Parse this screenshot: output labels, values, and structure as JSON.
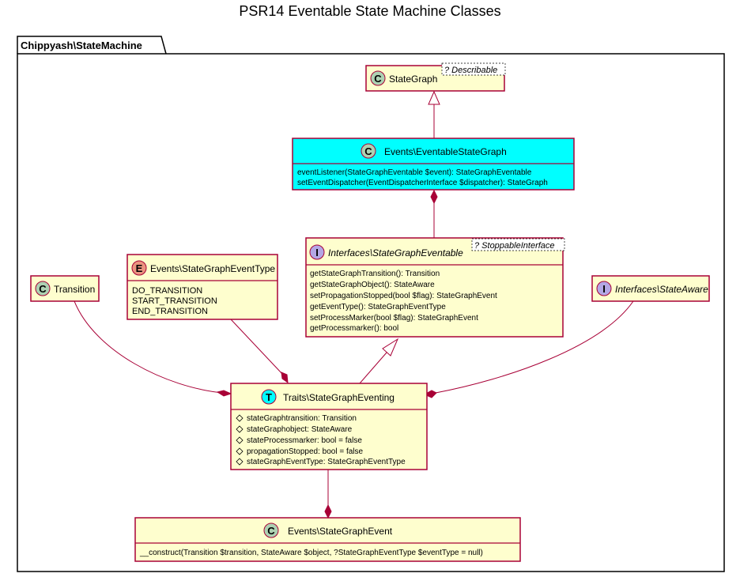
{
  "title": "PSR14 Eventable State Machine Classes",
  "package": {
    "name": "Chippyash\\StateMachine"
  },
  "colors": {
    "class_fill": "#FEFECE",
    "highlight_fill": "#00FFFF",
    "border": "#A80036",
    "badge_class": "#ADD1B2",
    "badge_interface": "#B4A7E5",
    "badge_enum": "#EB937F",
    "badge_trait": "#00FFFF"
  },
  "classes": {
    "state_graph": {
      "badge": "C",
      "name": "StateGraph",
      "stereotype": "? Describable",
      "members": []
    },
    "eventable_state_graph": {
      "badge": "C",
      "name": "Events\\EventableStateGraph",
      "members": [
        "eventListener(StateGraphEventable $event): StateGraphEventable",
        "setEventDispatcher(EventDispatcherInterface $dispatcher): StateGraph"
      ]
    },
    "state_graph_eventable": {
      "badge": "I",
      "name": "Interfaces\\StateGraphEventable",
      "stereotype": "? StoppableInterface",
      "members": [
        "getStateGraphTransition(): Transition",
        "getStateGraphObject(): StateAware",
        "setPropagationStopped(bool $flag): StateGraphEvent",
        "getEventType(): StateGraphEventType",
        "setProcessMarker(bool $flag): StateGraphEvent",
        "getProcessmarker(): bool"
      ]
    },
    "transition": {
      "badge": "C",
      "name": "Transition",
      "members": []
    },
    "state_graph_event_type": {
      "badge": "E",
      "name": "Events\\StateGraphEventType",
      "members": [
        "DO_TRANSITION",
        "START_TRANSITION",
        "END_TRANSITION"
      ]
    },
    "state_aware": {
      "badge": "I",
      "name": "Interfaces\\StateAware",
      "members": []
    },
    "state_graph_eventing": {
      "badge": "T",
      "name": "Traits\\StateGraphEventing",
      "members": [
        "stateGraphtransition: Transition",
        "stateGraphobject: StateAware",
        "stateProcessmarker: bool = false",
        "propagationStopped: bool = false",
        "stateGraphEventType: StateGraphEventType"
      ]
    },
    "state_graph_event": {
      "badge": "C",
      "name": "Events\\StateGraphEvent",
      "members": [
        "__construct(Transition $transition, StateAware $object, ?StateGraphEventType $eventType = null)"
      ]
    }
  }
}
